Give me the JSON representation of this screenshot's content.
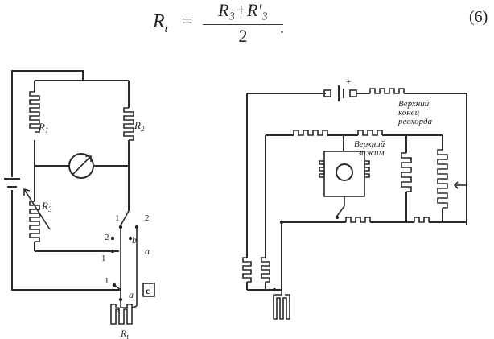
{
  "formula": {
    "lhs": "R",
    "lhs_sub": "t",
    "equals": "=",
    "numerator": "R₃+R′₃",
    "denominator": "2",
    "trailing_dot": ".",
    "equation_number": "(6)"
  },
  "left_diagram": {
    "labels": {
      "r1": "R",
      "r1_sub": "1",
      "r2": "R",
      "r2_sub": "2",
      "r3": "R",
      "r3_sub": "3",
      "rt": "R",
      "rt_sub": "t",
      "switch_pos_1_top": "1",
      "switch_pos_2_top": "2",
      "switch_pos_2_left": "2",
      "switch_pos_1_left": "1",
      "terminal_b": "b",
      "terminal_a": "a",
      "switch_pos_1_bottom": "1",
      "switch_pos_2_bottom": "2",
      "terminal_a_bottom": "a",
      "terminal_c": "c"
    }
  },
  "right_diagram": {
    "labels": {
      "battery_plus": "+",
      "upper_end_line1": "Верхний",
      "upper_end_line2": "конец",
      "upper_end_line3": "реохорда",
      "upper_clamp_line1": "Верхний",
      "upper_clamp_line2": "зажим"
    }
  }
}
